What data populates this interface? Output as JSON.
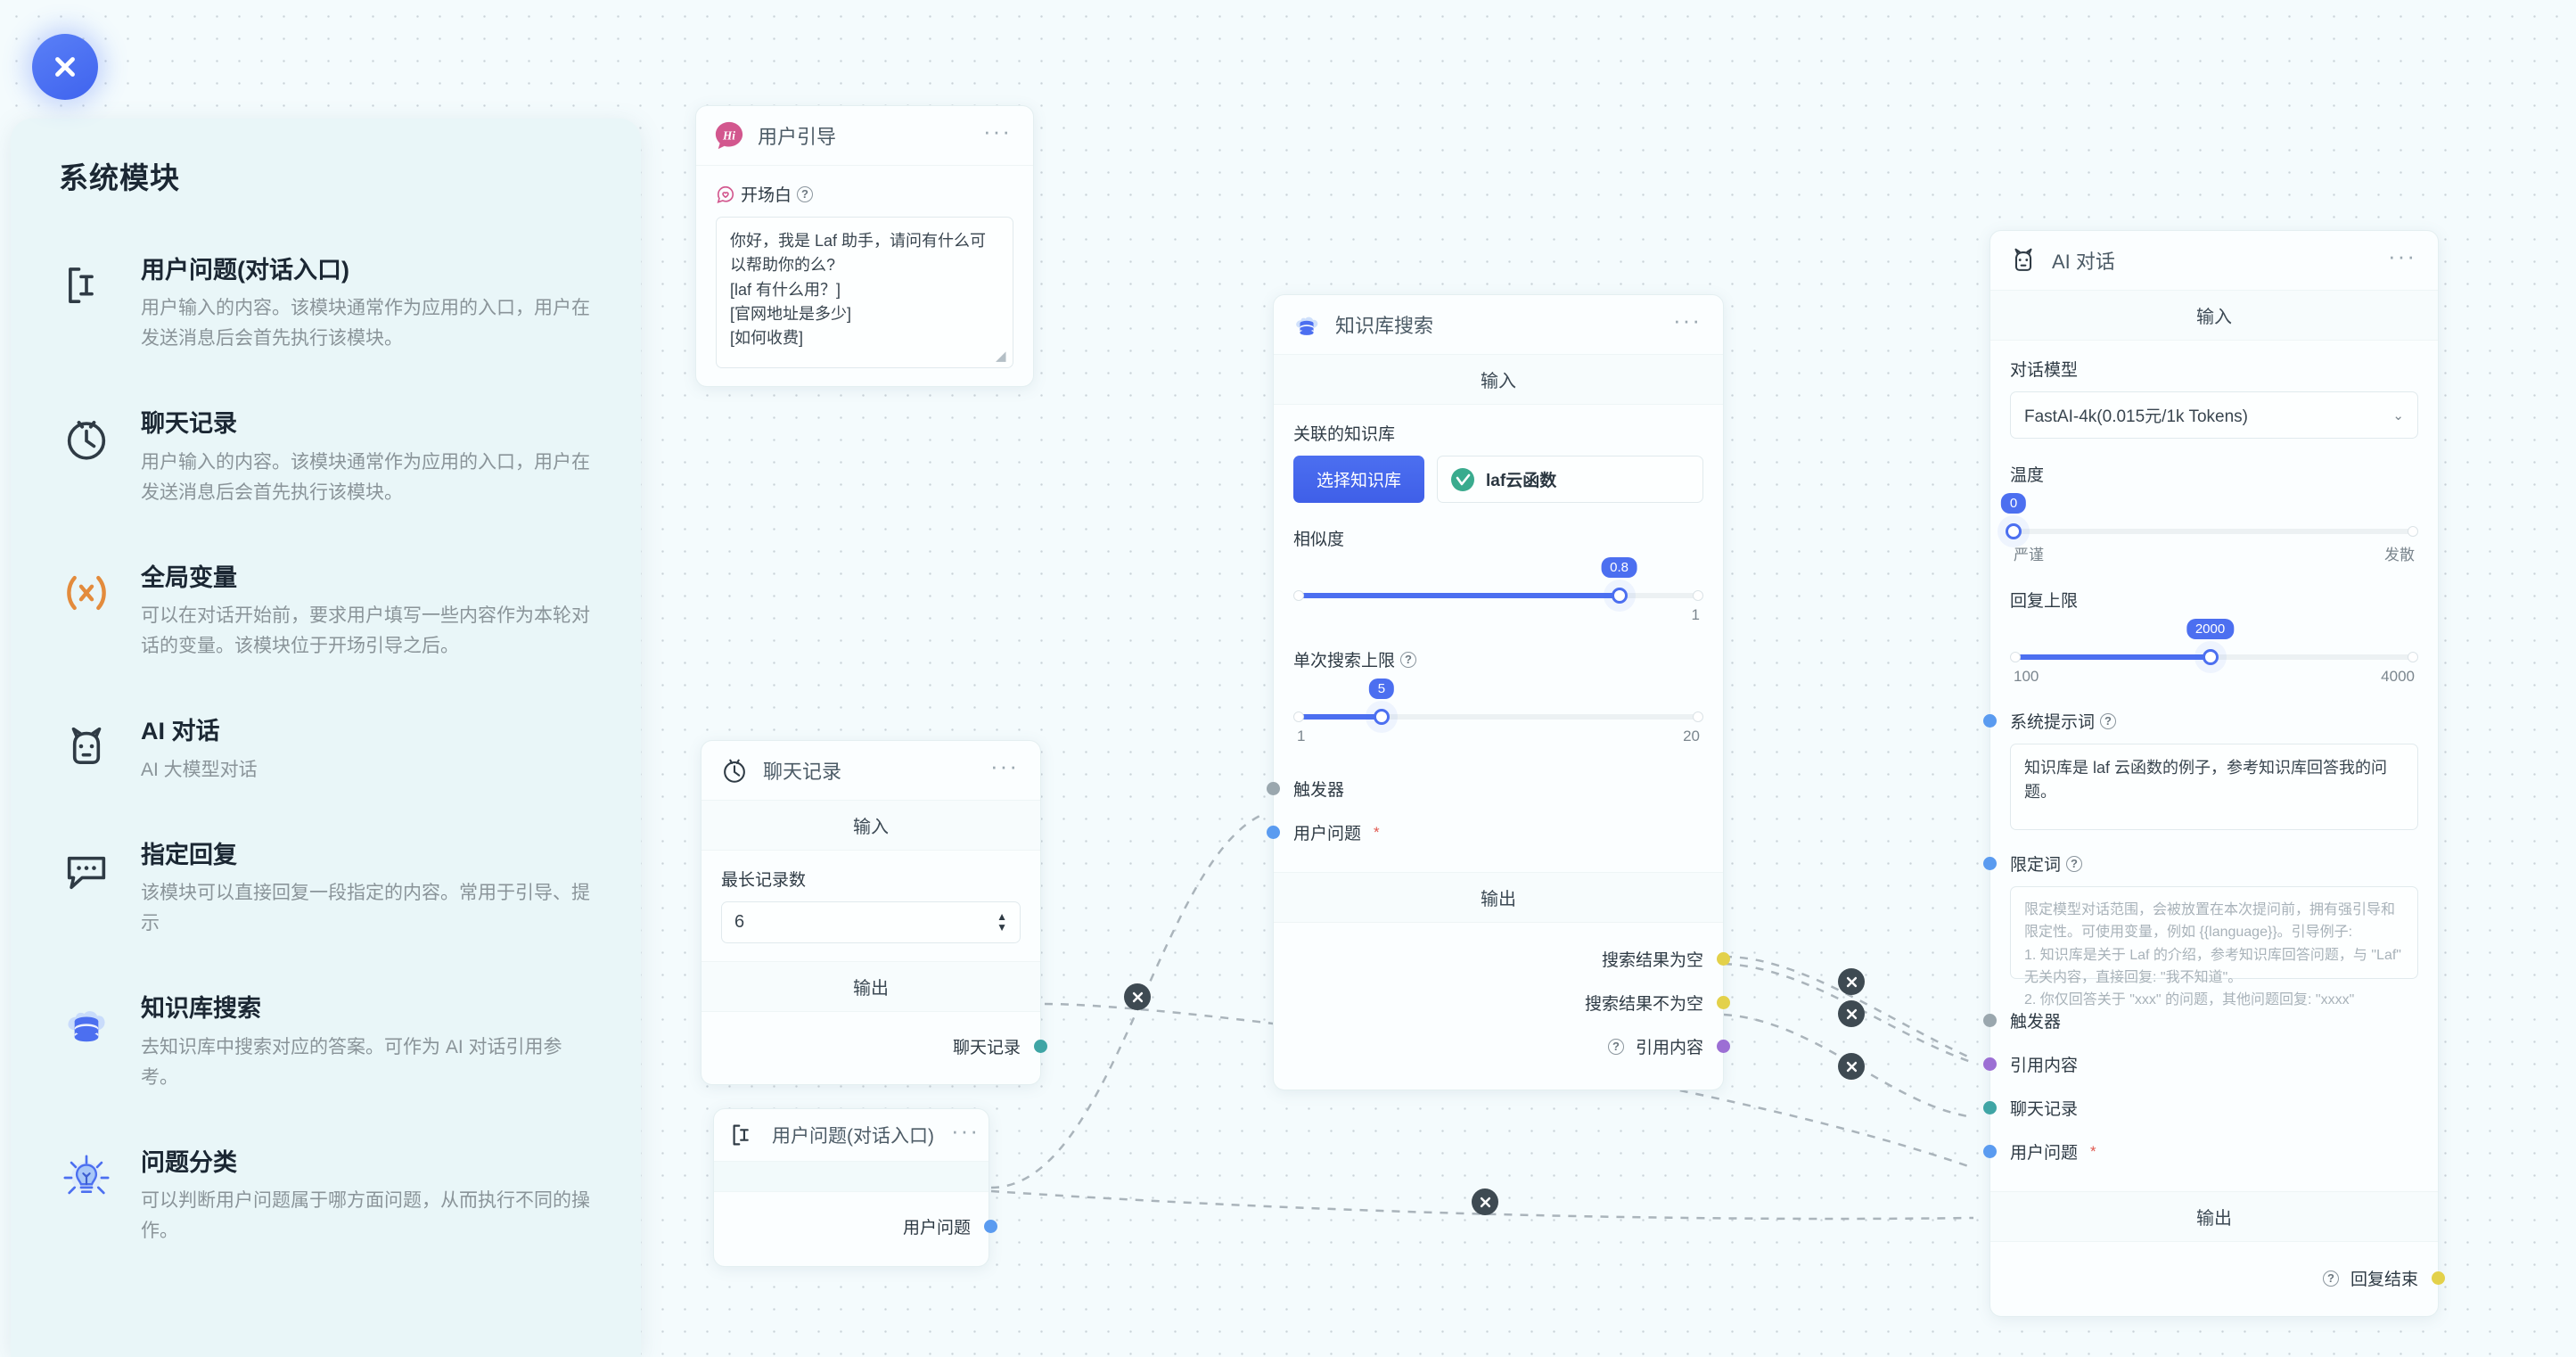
{
  "close_button": {
    "icon": "close-icon"
  },
  "sidebar": {
    "title": "系统模块",
    "items": [
      {
        "icon": "text-cursor-icon",
        "name": "用户问题(对话入口)",
        "desc": "用户输入的内容。该模块通常作为应用的入口，用户在发送消息后会首先执行该模块。"
      },
      {
        "icon": "clock-icon",
        "name": "聊天记录",
        "desc": "用户输入的内容。该模块通常作为应用的入口，用户在发送消息后会首先执行该模块。"
      },
      {
        "icon": "variable-icon",
        "name": "全局变量",
        "desc": "可以在对话开始前，要求用户填写一些内容作为本轮对话的变量。该模块位于开场引导之后。"
      },
      {
        "icon": "robot-icon",
        "name": "AI 对话",
        "desc": "AI 大模型对话"
      },
      {
        "icon": "chat-bubble-icon",
        "name": "指定回复",
        "desc": "该模块可以直接回复一段指定的内容。常用于引导、提示"
      },
      {
        "icon": "database-icon",
        "name": "知识库搜索",
        "desc": "去知识库中搜索对应的答案。可作为 AI 对话引用参考。"
      },
      {
        "icon": "lightbulb-icon",
        "name": "问题分类",
        "desc": "可以判断用户问题属于哪方面问题，从而执行不同的操作。"
      }
    ]
  },
  "nodes": {
    "user_guide": {
      "icon": "hi-badge-icon",
      "title": "用户引导",
      "menu": "···",
      "field_label": "开场白",
      "help": "?",
      "value": "你好，我是 Laf 助手，请问有什么可以帮助你的么?\n[laf 有什么用？]\n[官网地址是多少]\n[如何收费]"
    },
    "chat_history": {
      "icon": "clock-icon",
      "title": "聊天记录",
      "menu": "···",
      "input_section": "输入",
      "output_section": "输出",
      "max_records_label": "最长记录数",
      "max_records_value": "6",
      "output_port": "聊天记录"
    },
    "user_question": {
      "icon": "text-cursor-icon",
      "title": "用户问题(对话入口)",
      "menu": "···",
      "output_port": "用户问题"
    },
    "kb_search": {
      "icon": "database-icon",
      "title": "知识库搜索",
      "menu": "···",
      "input_section": "输入",
      "output_section": "输出",
      "related_kb_label": "关联的知识库",
      "select_kb_button": "选择知识库",
      "kb_chip_name": "laf云函数",
      "similarity_label": "相似度",
      "similarity_value": "0.8",
      "similarity_max": "1",
      "limit_label": "单次搜索上限",
      "limit_help": "?",
      "limit_value": "5",
      "limit_min": "1",
      "limit_max": "20",
      "in_ports": [
        {
          "label": "触发器",
          "color": "gray",
          "required": false
        },
        {
          "label": "用户问题",
          "color": "blue",
          "required": true
        }
      ],
      "out_ports": [
        {
          "label": "搜索结果为空",
          "color": "yellow",
          "help": false
        },
        {
          "label": "搜索结果不为空",
          "color": "yellow",
          "help": false
        },
        {
          "label": "引用内容",
          "color": "purple",
          "help": true
        }
      ]
    },
    "ai_chat": {
      "icon": "robot-icon",
      "title": "AI 对话",
      "menu": "···",
      "input_section": "输入",
      "output_section": "输出",
      "model_label": "对话模型",
      "model_value": "FastAI-4k(0.015元/1k Tokens)",
      "temperature_label": "温度",
      "temperature_value": "0",
      "temperature_min_text": "严谨",
      "temperature_max_text": "发散",
      "max_tokens_label": "回复上限",
      "max_tokens_value": "2000",
      "max_tokens_min": "100",
      "max_tokens_max": "4000",
      "system_prompt_label": "系统提示词",
      "system_prompt_help": "?",
      "system_prompt_value": "知识库是 laf 云函数的例子，参考知识库回答我的问题。",
      "limit_prompt_label": "限定词",
      "limit_prompt_help": "?",
      "limit_prompt_placeholder": "限定模型对话范围，会被放置在本次提问前，拥有强引导和限定性。可使用变量，例如 {{language}}。引导例子:\n1. 知识库是关于 Laf 的介绍，参考知识库回答问题，与 \"Laf\" 无关内容，直接回复: \"我不知道\"。\n2. 你仅回答关于 \"xxx\" 的问题，其他问题回复: \"xxxx\"",
      "in_ports": [
        {
          "label": "触发器",
          "color": "gray",
          "required": false
        },
        {
          "label": "引用内容",
          "color": "purple",
          "required": false
        },
        {
          "label": "聊天记录",
          "color": "teal",
          "required": false
        },
        {
          "label": "用户问题",
          "color": "blue",
          "required": true
        }
      ],
      "out_ports": [
        {
          "label": "回复结束",
          "color": "yellow",
          "help": true
        }
      ]
    }
  },
  "colors": {
    "accent": "#4c6ff0",
    "canvas_bg": "#f4fbfd",
    "sidebar_bg": "#e9f6f8",
    "port_gray": "#9aa7ae",
    "port_blue": "#5a9bf0",
    "port_teal": "#3fa5a5",
    "port_purple": "#9c6fd4",
    "port_yellow": "#e3d14a",
    "edge_delete": "#3e4a52"
  }
}
